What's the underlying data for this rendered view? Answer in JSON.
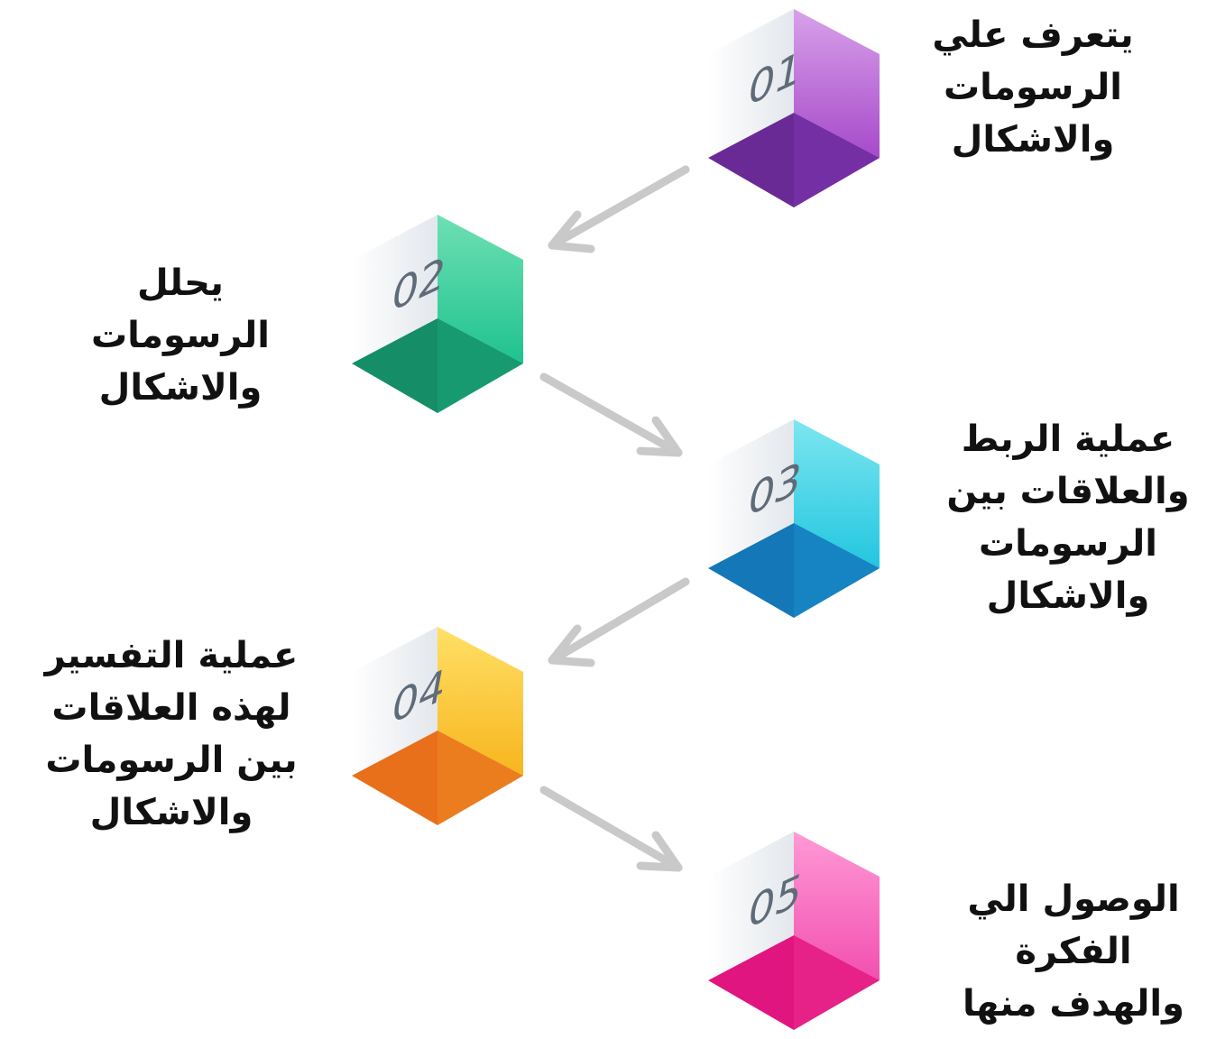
{
  "steps": [
    {
      "number": "01",
      "lines": [
        "يتعرف علي",
        "الرسومات",
        "والاشكال"
      ],
      "colors": {
        "top": "#d8a1ea",
        "right": "#a64ac9",
        "bottom": "#6a2a96"
      }
    },
    {
      "number": "02",
      "lines": [
        "يحلل",
        "الرسومات",
        "والاشكال"
      ],
      "colors": {
        "top": "#6ee0b4",
        "right": "#1fc28f",
        "bottom": "#158d66"
      }
    },
    {
      "number": "03",
      "lines": [
        "عملية الربط",
        "والعلاقات بين",
        "الرسومات",
        "والاشكال"
      ],
      "colors": {
        "top": "#7de6f0",
        "right": "#22c6e0",
        "bottom": "#1377b8"
      }
    },
    {
      "number": "04",
      "lines": [
        "عملية التفسير",
        "لهذه العلاقات",
        "بين  الرسومات",
        "والاشكال"
      ],
      "colors": {
        "top": "#ffe066",
        "right": "#f7b51e",
        "bottom": "#e8701a"
      }
    },
    {
      "number": "05",
      "lines": [
        "الوصول الي",
        "الفكرة",
        "والهدف منها"
      ],
      "colors": {
        "top": "#ff9ad6",
        "right": "#f24fb0",
        "bottom": "#e0157f"
      }
    }
  ],
  "arrow_color": "#c9c9c9"
}
